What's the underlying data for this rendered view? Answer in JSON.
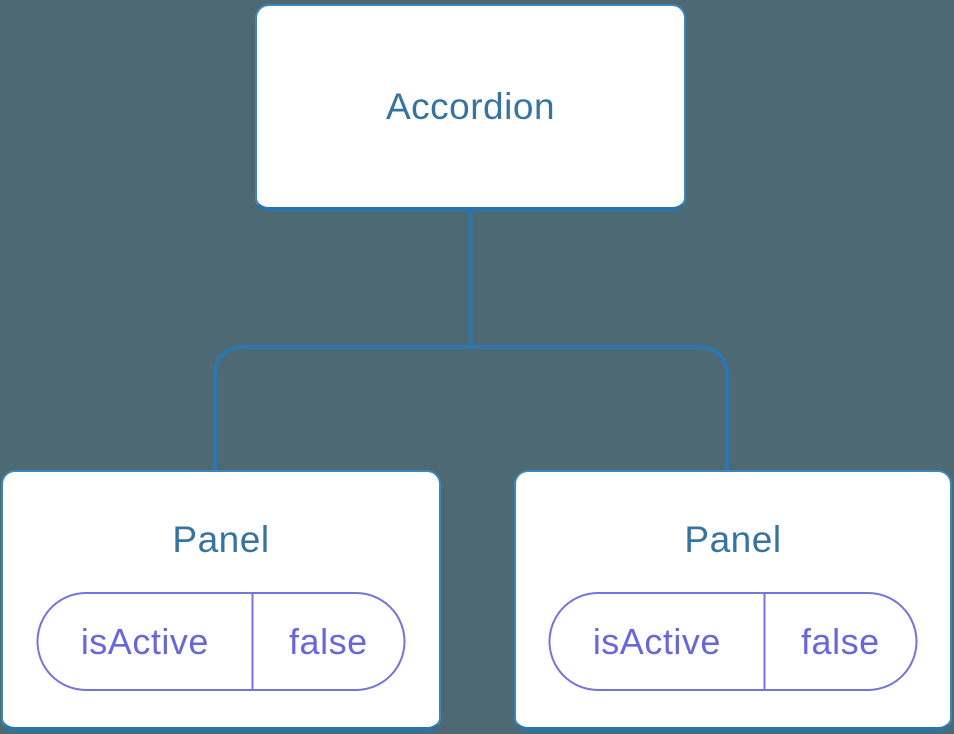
{
  "theme": {
    "bg": "#4d6973",
    "line": "#2d76ad",
    "box_border": "#3e86b8",
    "box_border_bottom": "#2d73a6",
    "node_bg": "#ffffff",
    "heading": "#35749e",
    "state_text": "#6767d9",
    "state_border": "#7474da"
  },
  "diagram": {
    "type": "component-tree",
    "root": {
      "label": "Accordion"
    },
    "children": [
      {
        "label": "Panel",
        "state": {
          "name": "isActive",
          "value": "false"
        }
      },
      {
        "label": "Panel",
        "state": {
          "name": "isActive",
          "value": "false"
        }
      }
    ]
  }
}
